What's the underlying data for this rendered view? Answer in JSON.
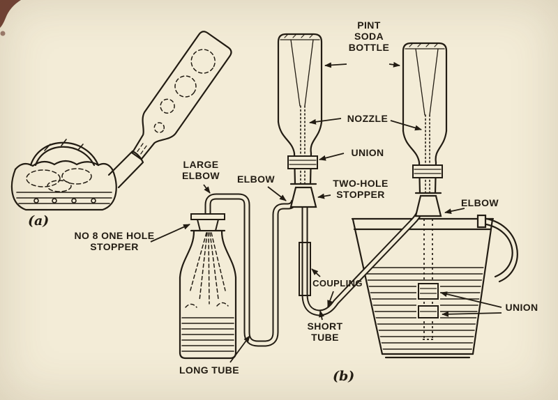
{
  "colors": {
    "background": "#f3ecd7",
    "ink": "#221c13",
    "corner_mark": "#5a241a"
  },
  "figure": {
    "part_a": "(a)",
    "part_b": "(b)",
    "labels": {
      "pint_soda_bottle": "PINT\nSODA\nBOTTLE",
      "nozzle": "NOZZLE",
      "union_top": "UNION",
      "two_hole_stopper": "TWO-HOLE\nSTOPPER",
      "elbow_left": "ELBOW",
      "large_elbow": "LARGE\nELBOW",
      "no_8_one_hole_stopper": "NO 8 ONE HOLE\nSTOPPER",
      "elbow_right": "ELBOW",
      "coupling": "COUPLING",
      "short_tube": "SHORT\nTUBE",
      "long_tube": "LONG TUBE",
      "union_right": "UNION"
    }
  }
}
